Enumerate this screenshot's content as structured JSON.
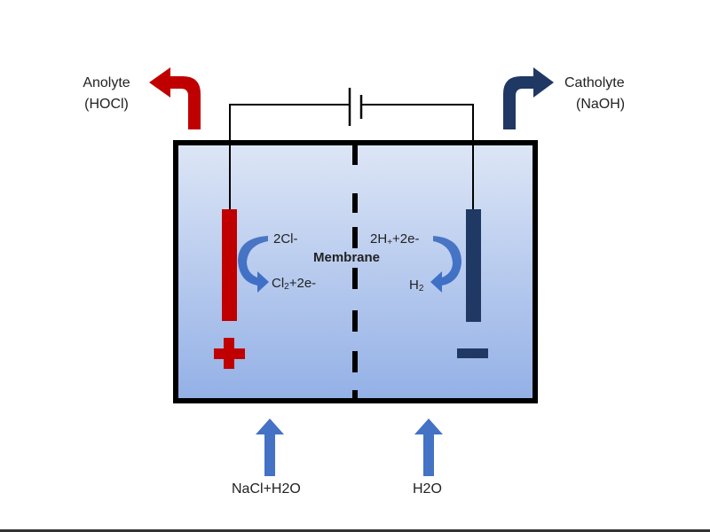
{
  "diagram": {
    "title": "Electrolysis cell with membrane",
    "anolyte": {
      "name": "Anolyte",
      "formula": "(HOCl)"
    },
    "catholyte": {
      "name": "Catholyte",
      "formula": "(NaOH)"
    },
    "membrane_label": "Membrane",
    "anode": {
      "sign": "+",
      "reactant": "2Cl-",
      "product_base": "Cl",
      "product_sub": "2",
      "product_rest": "+2e-"
    },
    "cathode": {
      "sign": "-",
      "reactant_base": "2H",
      "reactant_sub": "+",
      "reactant_rest": "+2e-",
      "product_base": "H",
      "product_sub": "2"
    },
    "inputs": {
      "left": "NaCl+H2O",
      "right": "H2O"
    },
    "colors": {
      "anode_red": "#c00000",
      "cathode_navy": "#1f3864",
      "arrow_blue": "#4472c4",
      "solution_top": "#dbe4f5",
      "solution_bottom": "#93b0e6",
      "wire_black": "#000000"
    }
  }
}
